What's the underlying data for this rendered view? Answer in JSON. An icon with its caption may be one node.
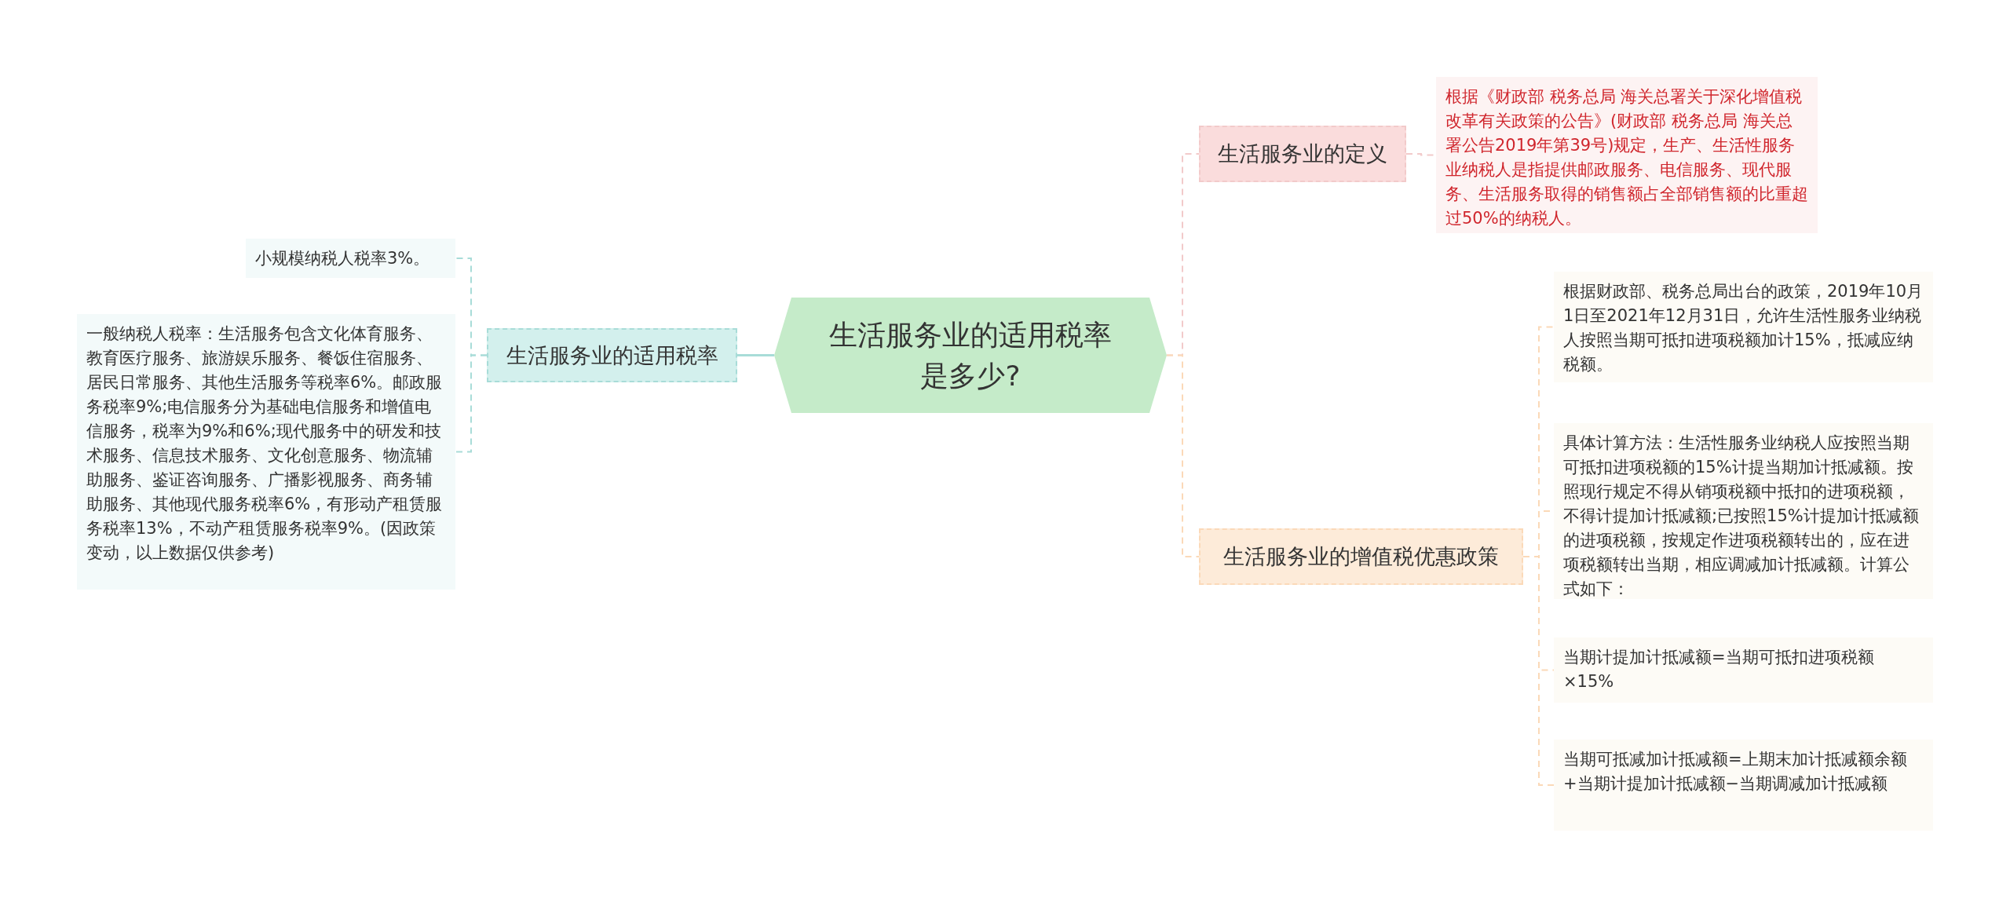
{
  "diagram": {
    "nodes": [
      {
        "text": [
          "生活服务业的适用税率是多少?"
        ]
      },
      {
        "text": [
          "生活服务业的适用税率"
        ]
      },
      {
        "text": [
          "小规模纳税人税率3%。"
        ]
      },
      {
        "text": [
          "一般纳税人税率：生活服务包含文化体育服务、教育医疗服务、旅游娱乐服务、餐饭住宿服务、居民日常服务、其他生活服务等税率6%。邮政服务税率9%;电信服务分为基础电信服务和增值电信服务，税率为9%和6%;现代服务中的研发和技术服务、信息技术服务、文化创意服务、物流辅助服务、鉴证咨询服务、广播影视服务、商务辅助服务、其他现代服务税率6%，有形动产租赁服务税率13%，不动产租赁服务税率9%。(因政策变动，以上数据仅供参考)"
        ]
      },
      {
        "text": [
          "生活服务业的定义"
        ]
      },
      {
        "text": [
          "根据《财政部 税务总局 海关总署关于深化增值税改革有关政策的公告》(财政部 税务总局 海关总署公告2019年第39号)规定，生产、生活性服务业纳税人是指提供邮政服务、电信服务、现代服务、生活服务取得的销售额占全部销售额的比重超过50%的纳税人。"
        ]
      },
      {
        "text": [
          "生活服务业的增值税优惠政策"
        ]
      },
      {
        "text": [
          "根据财政部、税务总局出台的政策，2019年10月1日至2021年12月31日，允许生活性服务业纳税人按照当期可抵扣进项税额加计15%，抵减应纳税额。"
        ]
      },
      {
        "text": [
          "具体计算方法：生活性服务业纳税人应按照当期可抵扣进项税额的15%计提当期加计抵减额。按照现行规定不得从销项税额中抵扣的进项税额，不得计提加计抵减额;已按照15%计提加计抵减额的进项税额，按规定作进项税额转出的，应在进项税额转出当期，相应调减加计抵减额。计算公式如下："
        ]
      },
      {
        "text": [
          "当期计提加计抵减额=当期可抵扣进项税额×15%"
        ]
      },
      {
        "text": [
          "当期可抵减加计抵减额=上期末加计抵减额余额+当期计提加计抵减额−当期调减加计抵减额"
        ]
      }
    ],
    "edges": [
      {
        "from": 0,
        "to": 1,
        "arrow": "none",
        "color": "#a8dcd8"
      },
      {
        "from": 1,
        "to": 2,
        "arrow": "none",
        "style": "dashed",
        "color": "#a8dcd8"
      },
      {
        "from": 1,
        "to": 3,
        "arrow": "none",
        "style": "dashed",
        "color": "#a8dcd8"
      },
      {
        "from": 0,
        "to": 4,
        "arrow": "none",
        "style": "dashed",
        "color": "#f2caca"
      },
      {
        "from": 4,
        "to": 5,
        "arrow": "none",
        "style": "dashed",
        "color": "#f2caca"
      },
      {
        "from": 0,
        "to": 6,
        "arrow": "none",
        "style": "dashed"
      },
      {
        "from": 6,
        "to": 7,
        "arrow": "none",
        "style": "dashed"
      },
      {
        "from": 6,
        "to": 8,
        "arrow": "none",
        "style": "dashed"
      },
      {
        "from": 6,
        "to": 9,
        "arrow": "none",
        "style": "dashed"
      },
      {
        "from": 6,
        "to": 10,
        "arrow": "none",
        "style": "dashed"
      }
    ]
  }
}
